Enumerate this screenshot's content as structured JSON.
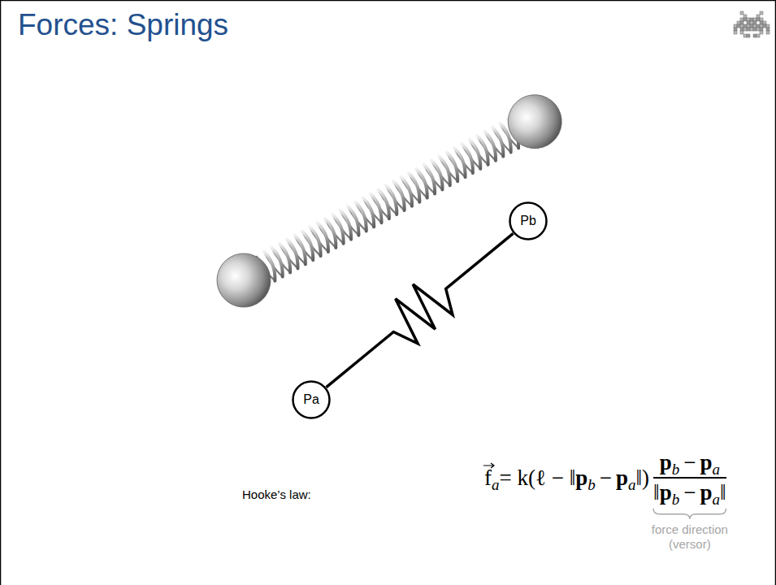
{
  "diagram": {
    "title": "Forces: Springs",
    "nodes": [
      {
        "text": [
          "Pa"
        ]
      },
      {
        "text": [
          "Pb"
        ]
      }
    ],
    "edges": [
      {
        "from": 0,
        "to": 1,
        "arrow": "none"
      }
    ],
    "labels": [
      "Hooke’s law:",
      "f",
      "a",
      "= k(ℓ − ‖",
      "p",
      "b",
      "−",
      "p",
      "a",
      "‖)",
      "p",
      "b",
      "−",
      "p",
      "a",
      "‖",
      "p",
      "b",
      "−",
      "p",
      "a",
      "‖",
      "force direction (versor)"
    ]
  }
}
